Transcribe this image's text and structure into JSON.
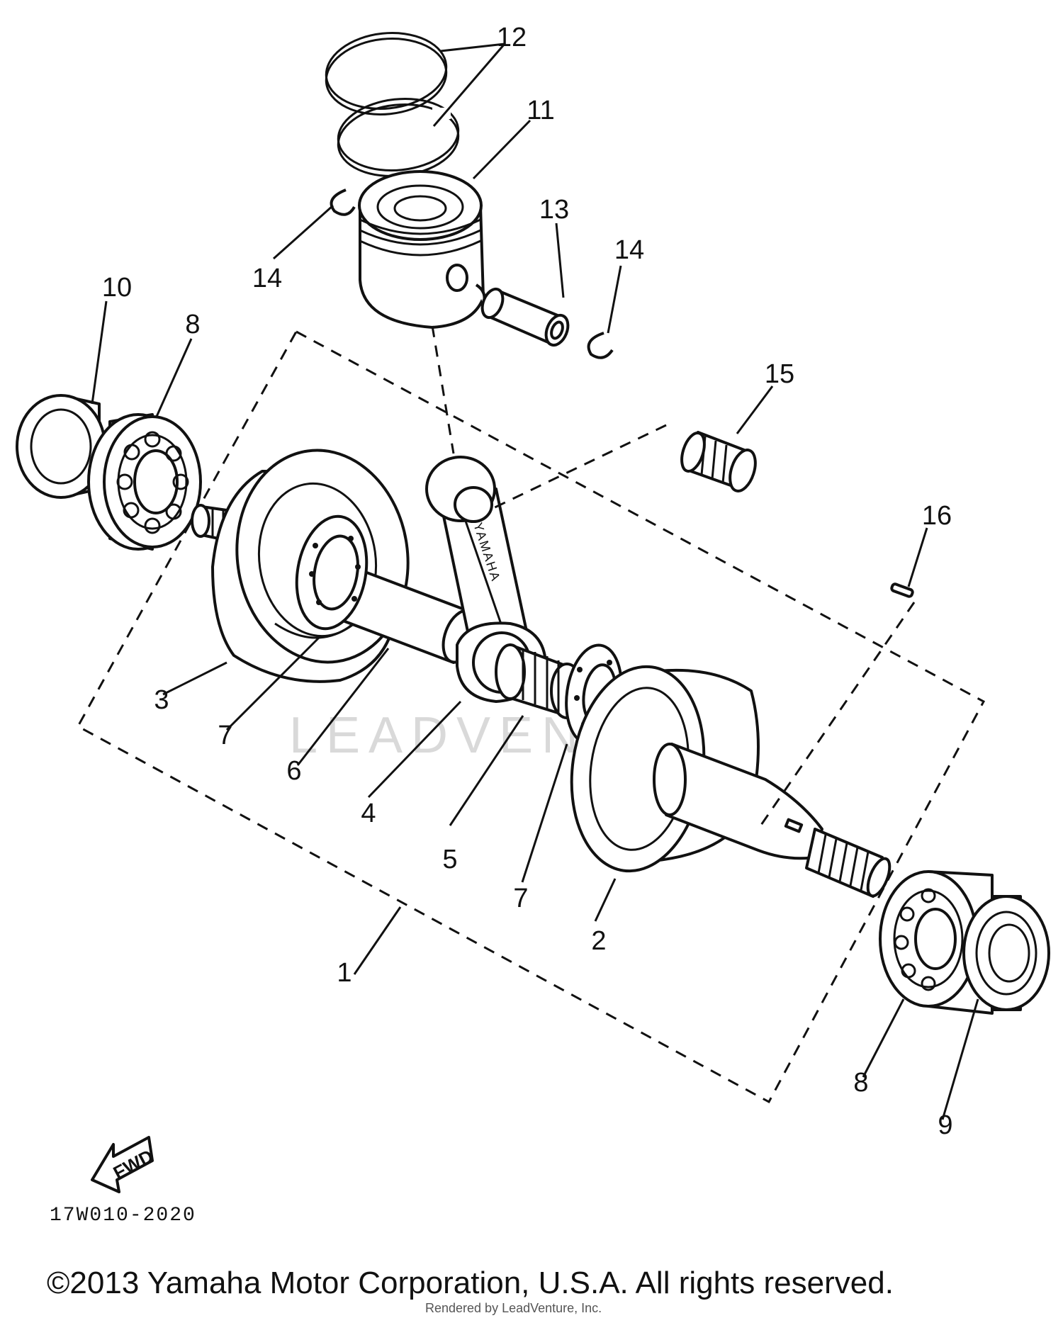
{
  "diagram": {
    "callouts": [
      {
        "id": "c1",
        "label": "1"
      },
      {
        "id": "c2",
        "label": "2"
      },
      {
        "id": "c3",
        "label": "3"
      },
      {
        "id": "c4",
        "label": "4"
      },
      {
        "id": "c5",
        "label": "5"
      },
      {
        "id": "c6",
        "label": "6"
      },
      {
        "id": "c7a",
        "label": "7"
      },
      {
        "id": "c7b",
        "label": "7"
      },
      {
        "id": "c8a",
        "label": "8"
      },
      {
        "id": "c8b",
        "label": "8"
      },
      {
        "id": "c9",
        "label": "9"
      },
      {
        "id": "c10",
        "label": "10"
      },
      {
        "id": "c11",
        "label": "11"
      },
      {
        "id": "c12",
        "label": "12"
      },
      {
        "id": "c13",
        "label": "13"
      },
      {
        "id": "c14a",
        "label": "14"
      },
      {
        "id": "c14b",
        "label": "14"
      },
      {
        "id": "c15",
        "label": "15"
      },
      {
        "id": "c16",
        "label": "16"
      }
    ],
    "rod_stamp": "YAMAHA",
    "watermark": "LEADVENTURE",
    "fwd_label": "FWD",
    "diagram_code": "17W010-2020"
  },
  "footer": {
    "copyright": "©2013 Yamaha Motor Corporation, U.S.A. All rights reserved.",
    "render_credit": "Rendered by LeadVenture, Inc."
  }
}
